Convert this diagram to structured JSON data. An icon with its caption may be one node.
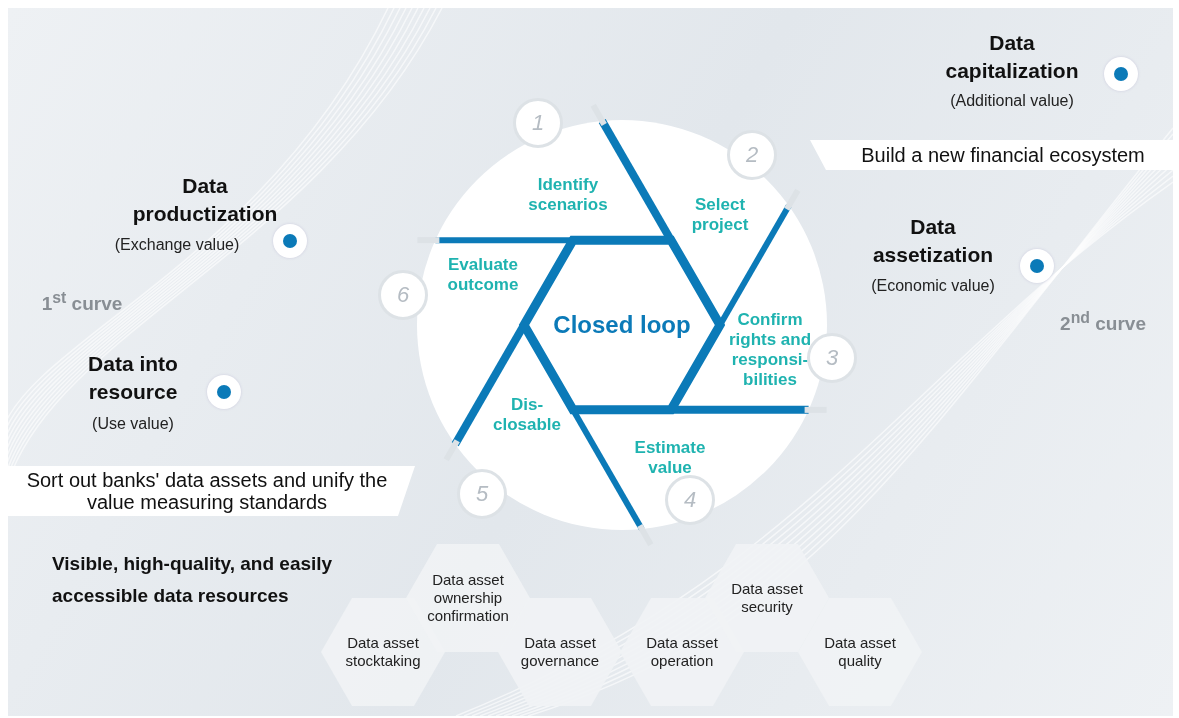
{
  "diagram": {
    "nodes": [
      {
        "text": [
          "Closed loop"
        ]
      },
      {
        "text": [
          "Identify scenarios"
        ],
        "beside": [
          "1"
        ]
      },
      {
        "text": [
          "Select project"
        ],
        "beside": [
          "2"
        ]
      },
      {
        "text": [
          "Confirm rights and responsi- bilities"
        ],
        "beside": [
          "3"
        ]
      },
      {
        "text": [
          "Estimate value"
        ],
        "beside": [
          "4"
        ]
      },
      {
        "text": [
          "Dis- closable"
        ],
        "beside": [
          "5"
        ]
      },
      {
        "text": [
          "Evaluate outcome"
        ],
        "beside": [
          "6"
        ]
      },
      {
        "text": [
          "Data asset stocktaking"
        ]
      },
      {
        "text": [
          "Data asset ownership confirmation"
        ]
      },
      {
        "text": [
          "Data asset governance"
        ]
      },
      {
        "text": [
          "Data asset operation"
        ]
      },
      {
        "text": [
          "Data asset security"
        ]
      },
      {
        "text": [
          "Data asset quality"
        ]
      }
    ],
    "labels": [
      "Data capitalization",
      "(Additional value)",
      "Build a new financial ecosystem",
      "Data productization",
      "(Exchange value)",
      "Data assetization",
      "(Economic value)",
      "1$^{st}$ curve",
      "2$^{nd}$ curve",
      "Data into resource",
      "(Use value)",
      "Sort out banks' data assets and unify the value measuring standards",
      "Visible, high-quality, and easily accessible data resources"
    ]
  }
}
